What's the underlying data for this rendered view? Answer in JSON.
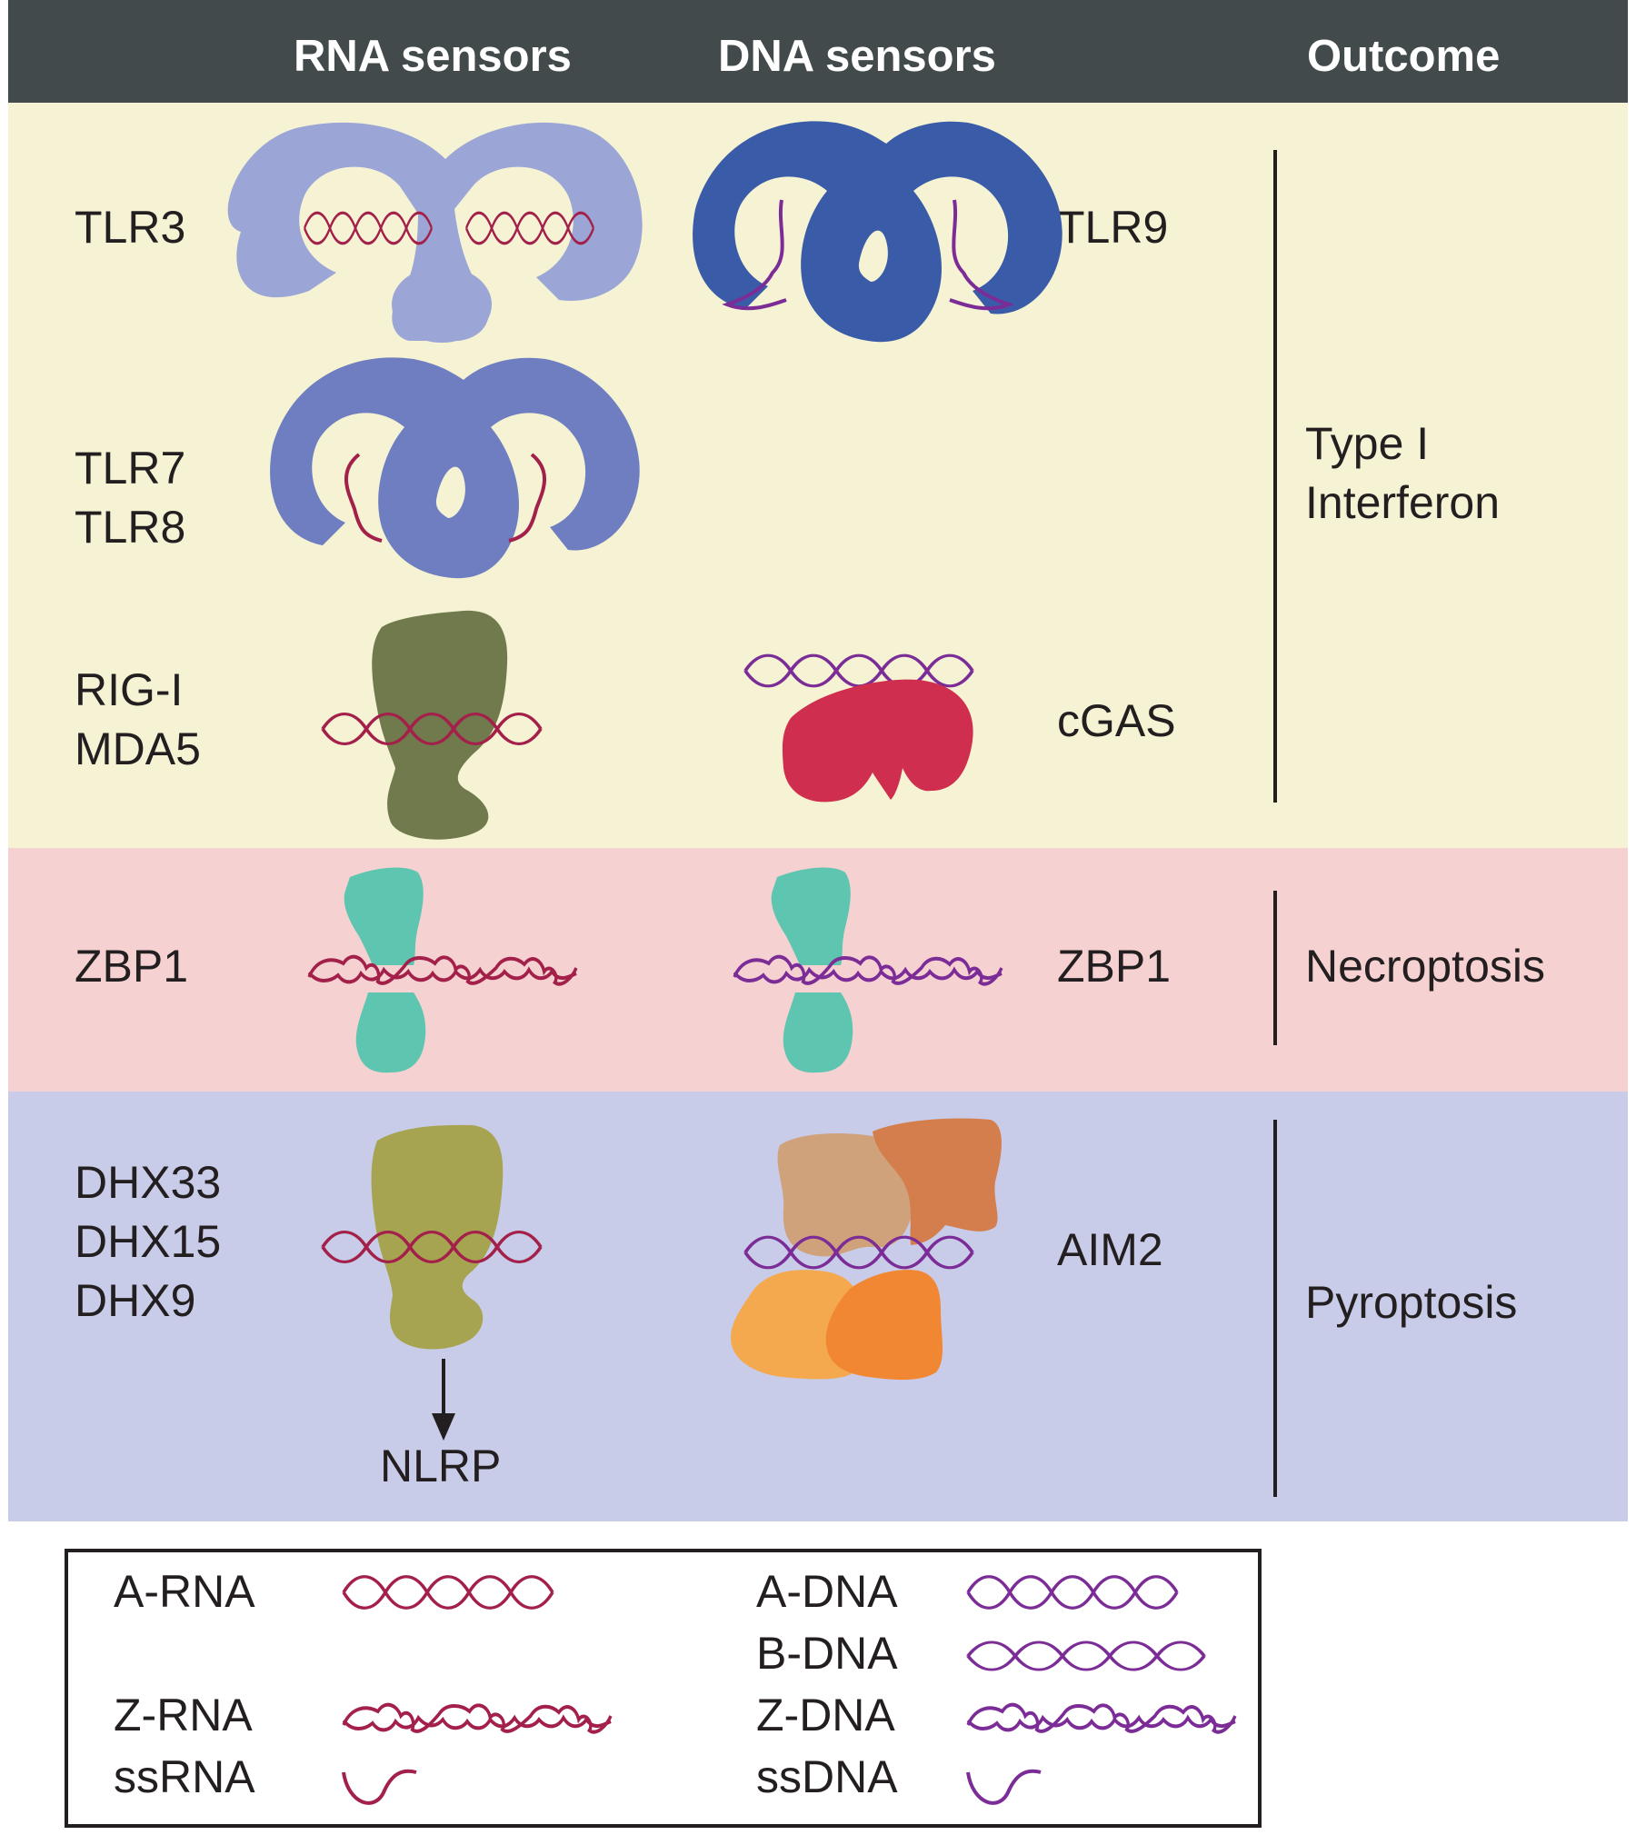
{
  "header": {
    "rna_sensors": "RNA sensors",
    "dna_sensors": "DNA sensors",
    "outcome": "Outcome"
  },
  "rows": {
    "row1": {
      "rna_sensor": "TLR3",
      "dna_sensor": "TLR9",
      "rna_sensor2_line1": "TLR7",
      "rna_sensor2_line2": "TLR8",
      "rna_sensor3_line1": "RIG-I",
      "rna_sensor3_line2": "MDA5",
      "dna_sensor2": "cGAS",
      "outcome_line1": "Type I",
      "outcome_line2": "Interferon"
    },
    "row2": {
      "rna_sensor": "ZBP1",
      "dna_sensor": "ZBP1",
      "outcome": "Necroptosis"
    },
    "row3": {
      "rna_sensor_line1": "DHX33",
      "rna_sensor_line2": "DHX15",
      "rna_sensor_line3": "DHX9",
      "downstream": "NLRP",
      "dna_sensor": "AIM2",
      "outcome": "Pyroptosis"
    }
  },
  "legend": {
    "a_rna": "A-RNA",
    "z_rna": "Z-RNA",
    "ss_rna": "ssRNA",
    "a_dna": "A-DNA",
    "b_dna": "B-DNA",
    "z_dna": "Z-DNA",
    "ss_dna": "ssDNA"
  },
  "colors": {
    "header_bg": "#424a4b",
    "band_interferon": "#f5f3d4",
    "band_necroptosis": "#f5d2d1",
    "band_pyroptosis": "#c8cce8",
    "rna_strand": "#a3204a",
    "dna_strand": "#7c2c96",
    "tlr3": "#9ba6d6",
    "tlr9": "#3a5ba8",
    "tlr78": "#6e7ec0",
    "rigi": "#717a4c",
    "cgas": "#cf2e4e",
    "zbp1": "#5ec5b0",
    "dhx": "#a6a450",
    "aim2_tan": "#cfa27c",
    "aim2_rust": "#d37e4c",
    "aim2_lightorange": "#f4a94f",
    "aim2_orange": "#f28733"
  }
}
